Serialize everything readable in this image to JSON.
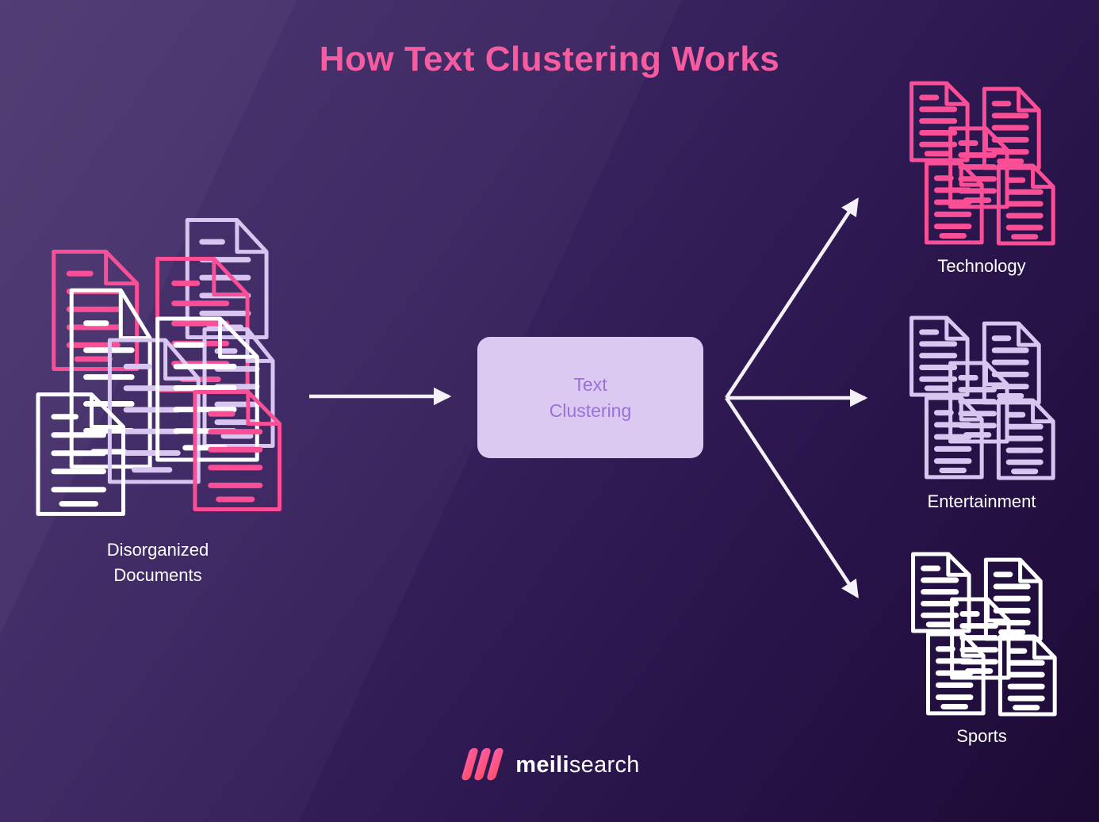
{
  "title": "How Text Clustering Works",
  "left_cluster": {
    "label_line1": "Disorganized",
    "label_line2": "Documents"
  },
  "process_box": {
    "line1": "Text",
    "line2": "Clustering"
  },
  "clusters": [
    {
      "name": "Technology",
      "color": "#FA4E96"
    },
    {
      "name": "Entertainment",
      "color": "#D8C5F0"
    },
    {
      "name": "Sports",
      "color": "#FFFFFF"
    }
  ],
  "logo": {
    "bold": "meili",
    "regular": "search",
    "gradient_start": "#FF5CAA",
    "gradient_end": "#FF4E62"
  },
  "colors": {
    "background_start": "#4A336F",
    "background_end": "#1C0A34",
    "title": "#F75CA1",
    "box_fill": "#DCC9F1",
    "box_text": "#9C70D8",
    "arrow": "#F5F1FA",
    "doc_pink": "#FA4E96",
    "doc_lavender": "#D8C5F0",
    "doc_white": "#FFFFFF",
    "label_text": "#FFFFFF"
  }
}
